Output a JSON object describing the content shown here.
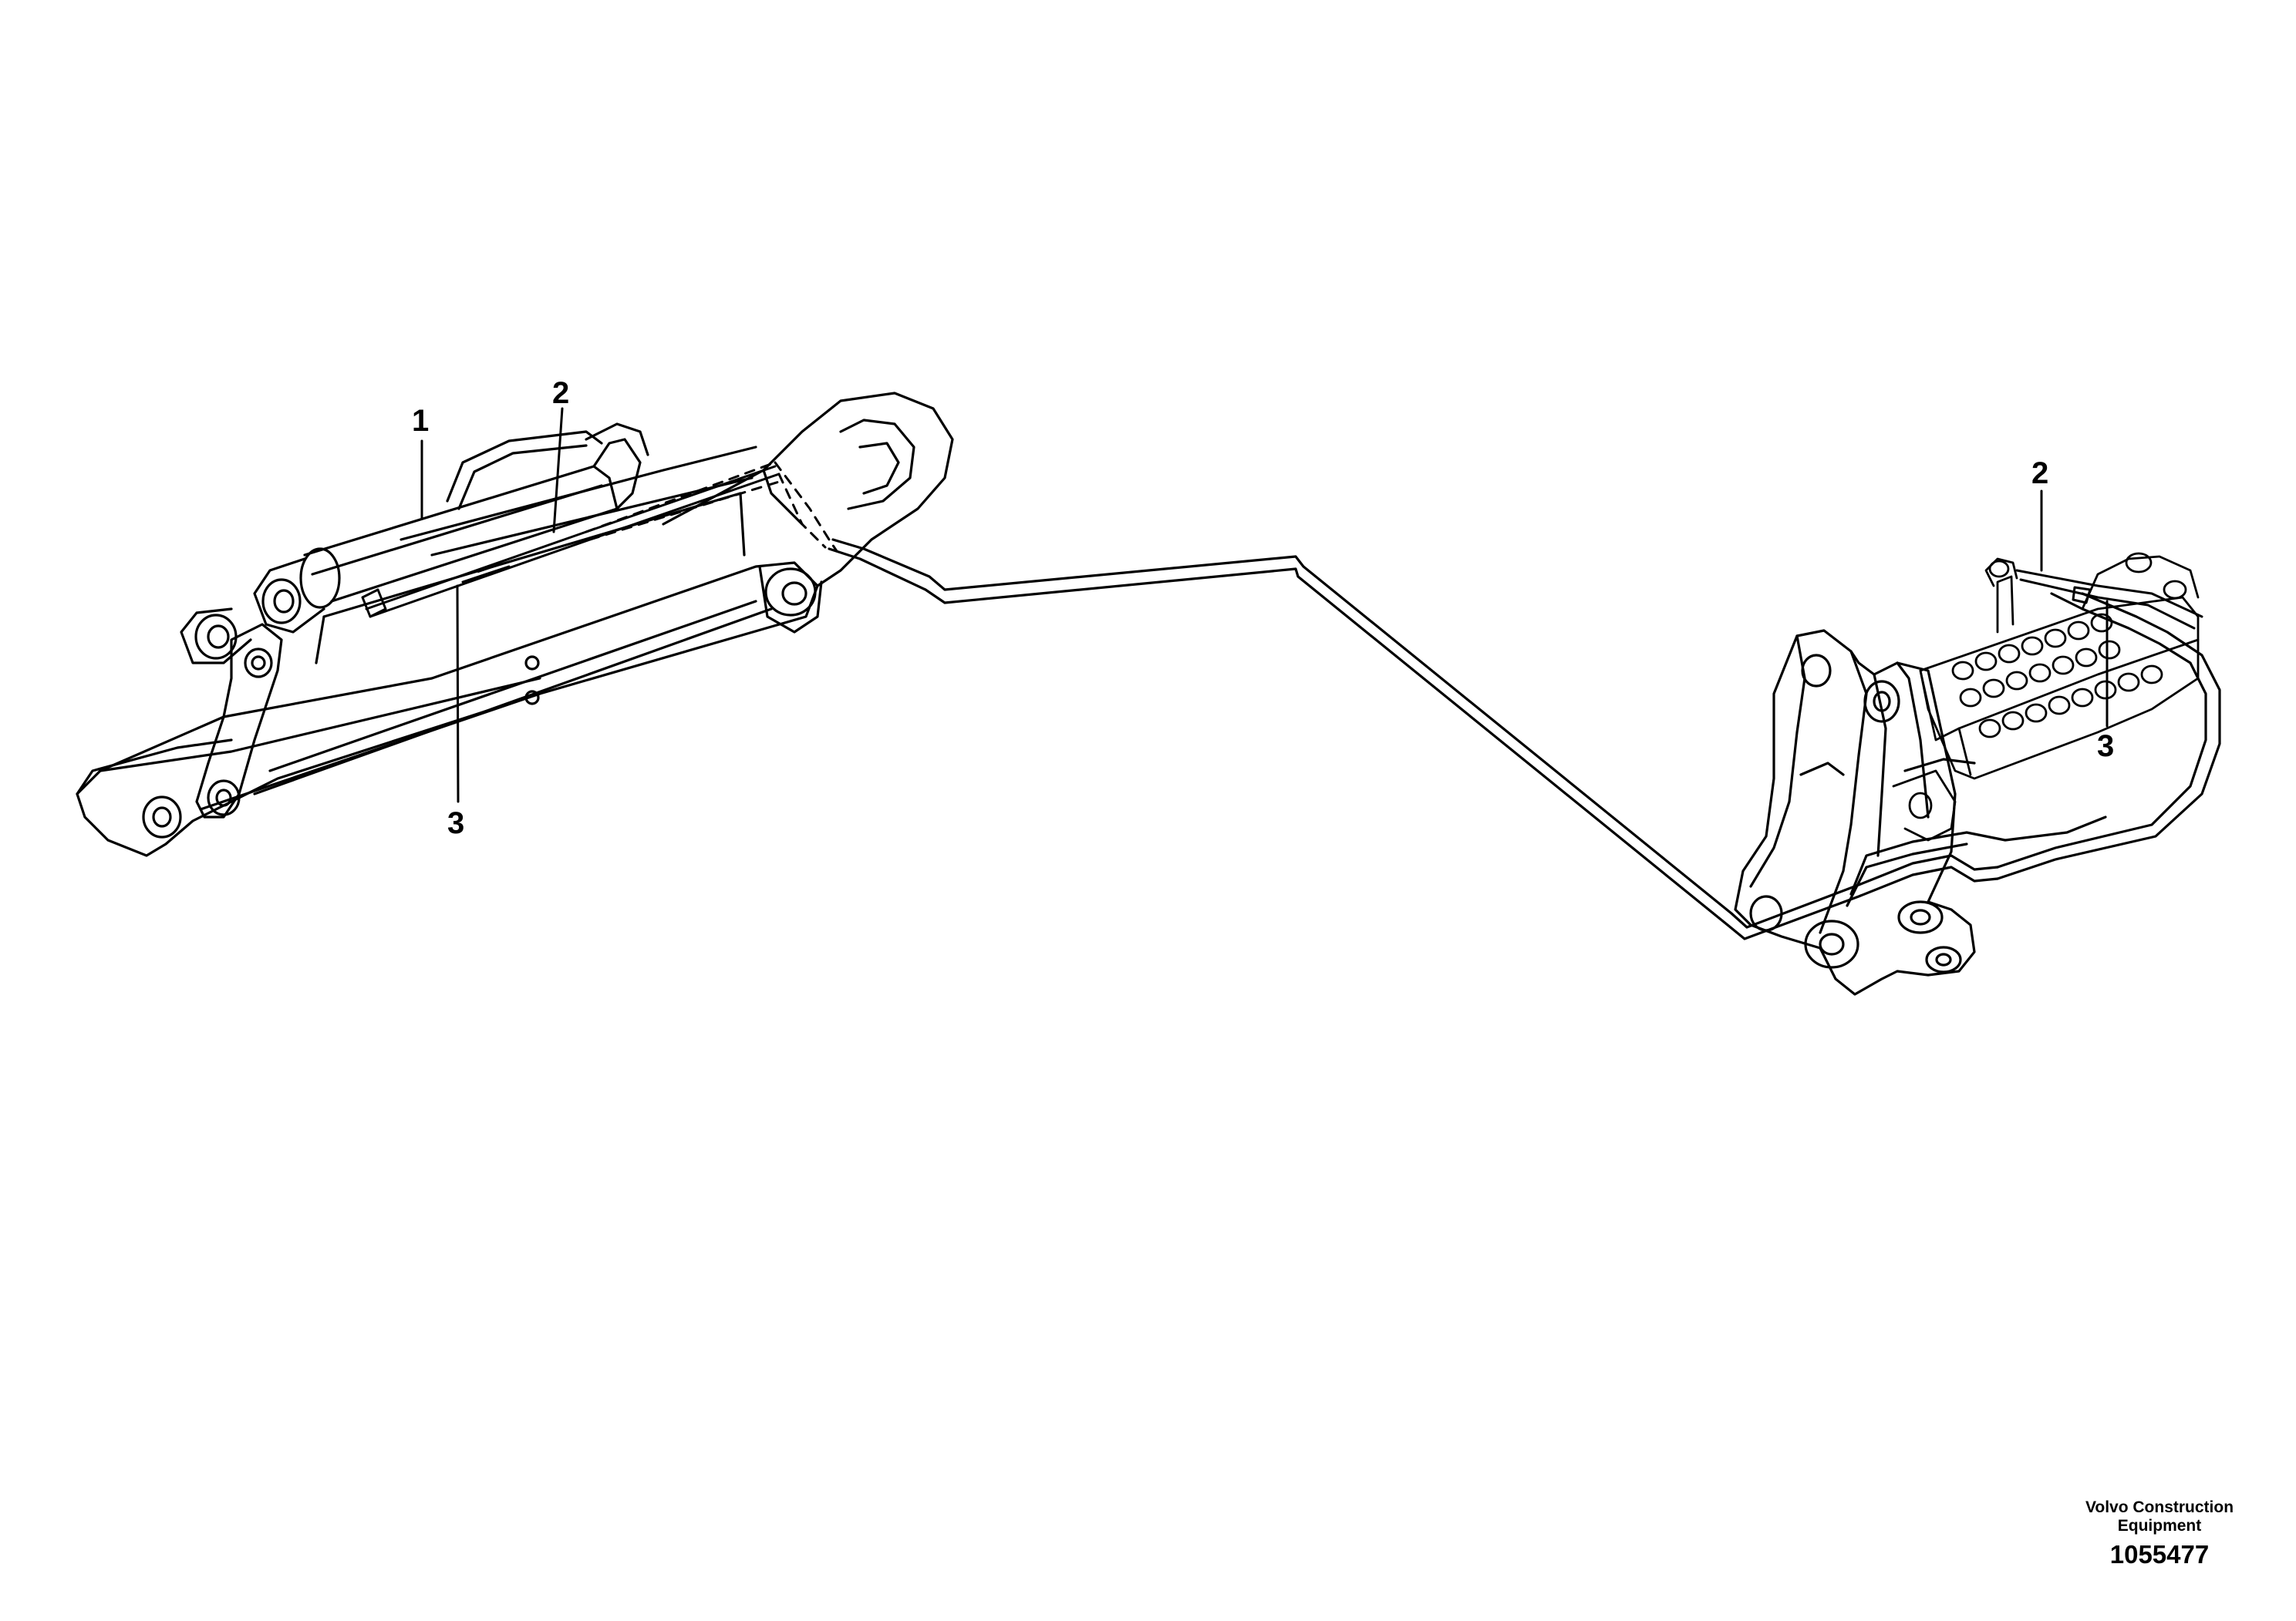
{
  "callouts": {
    "c1": "1",
    "c2_left": "2",
    "c3_left": "3",
    "c2_right": "2",
    "c3_right": "3"
  },
  "credit": {
    "line1": "Volvo Construction",
    "line2": "Equipment",
    "part_number": "1055477"
  },
  "colors": {
    "line": "#000000",
    "background": "#ffffff"
  }
}
